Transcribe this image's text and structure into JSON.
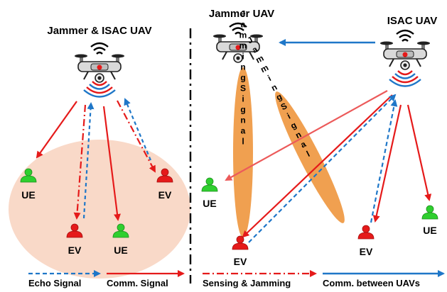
{
  "left_panel": {
    "title": "Jammer & ISAC UAV",
    "nodes": {
      "ue_left": "UE",
      "ev_right": "EV",
      "ev_bottom": "EV",
      "ue_bottom": "UE"
    }
  },
  "right_panel": {
    "jammer_title": "Jammer UAV",
    "isac_title": "ISAC UAV",
    "jamming_signal_1": "JammingSignal",
    "jamming_signal_2": "JammingSignal",
    "nodes": {
      "ue_left": "UE",
      "ev_left": "EV",
      "ev_mid": "EV",
      "ue_right": "UE"
    }
  },
  "legend": {
    "echo": "Echo Signal",
    "comm": "Comm. Signal",
    "sensing": "Sensing & Jamming",
    "between": "Comm. between UAVs"
  },
  "colors": {
    "red": "#e51a1a",
    "blue": "#1f77c8",
    "green": "#2fcf2f",
    "ellipse_fill": "#f9d9c8",
    "jam_ellipse": "#f0a050"
  }
}
